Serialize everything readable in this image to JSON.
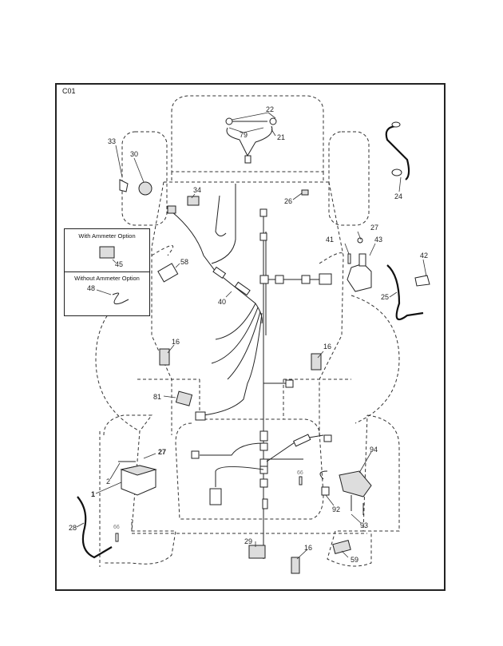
{
  "sheet": {
    "code": "C01"
  },
  "option_box": {
    "with_ammeter": {
      "title": "With Ammeter Option",
      "part": "45"
    },
    "without_ammeter": {
      "title": "Without Ammeter Option",
      "part": "48"
    }
  },
  "callouts": [
    {
      "id": "22",
      "label": "22"
    },
    {
      "id": "79",
      "label": "79"
    },
    {
      "id": "21",
      "label": "21"
    },
    {
      "id": "33",
      "label": "33"
    },
    {
      "id": "30",
      "label": "30"
    },
    {
      "id": "34",
      "label": "34"
    },
    {
      "id": "26",
      "label": "26"
    },
    {
      "id": "24",
      "label": "24"
    },
    {
      "id": "27a",
      "label": "27"
    },
    {
      "id": "41",
      "label": "41"
    },
    {
      "id": "43",
      "label": "43"
    },
    {
      "id": "42",
      "label": "42"
    },
    {
      "id": "25",
      "label": "25"
    },
    {
      "id": "58",
      "label": "58"
    },
    {
      "id": "40",
      "label": "40"
    },
    {
      "id": "16a",
      "label": "16"
    },
    {
      "id": "16b",
      "label": "16"
    },
    {
      "id": "81",
      "label": "81"
    },
    {
      "id": "27b",
      "label": "27"
    },
    {
      "id": "2",
      "label": "2"
    },
    {
      "id": "1",
      "label": "1"
    },
    {
      "id": "28",
      "label": "28"
    },
    {
      "id": "66a",
      "label": "66"
    },
    {
      "id": "66b",
      "label": "66"
    },
    {
      "id": "94",
      "label": "94"
    },
    {
      "id": "92",
      "label": "92"
    },
    {
      "id": "93",
      "label": "93"
    },
    {
      "id": "29",
      "label": "29"
    },
    {
      "id": "16c",
      "label": "16"
    },
    {
      "id": "59",
      "label": "59"
    }
  ]
}
